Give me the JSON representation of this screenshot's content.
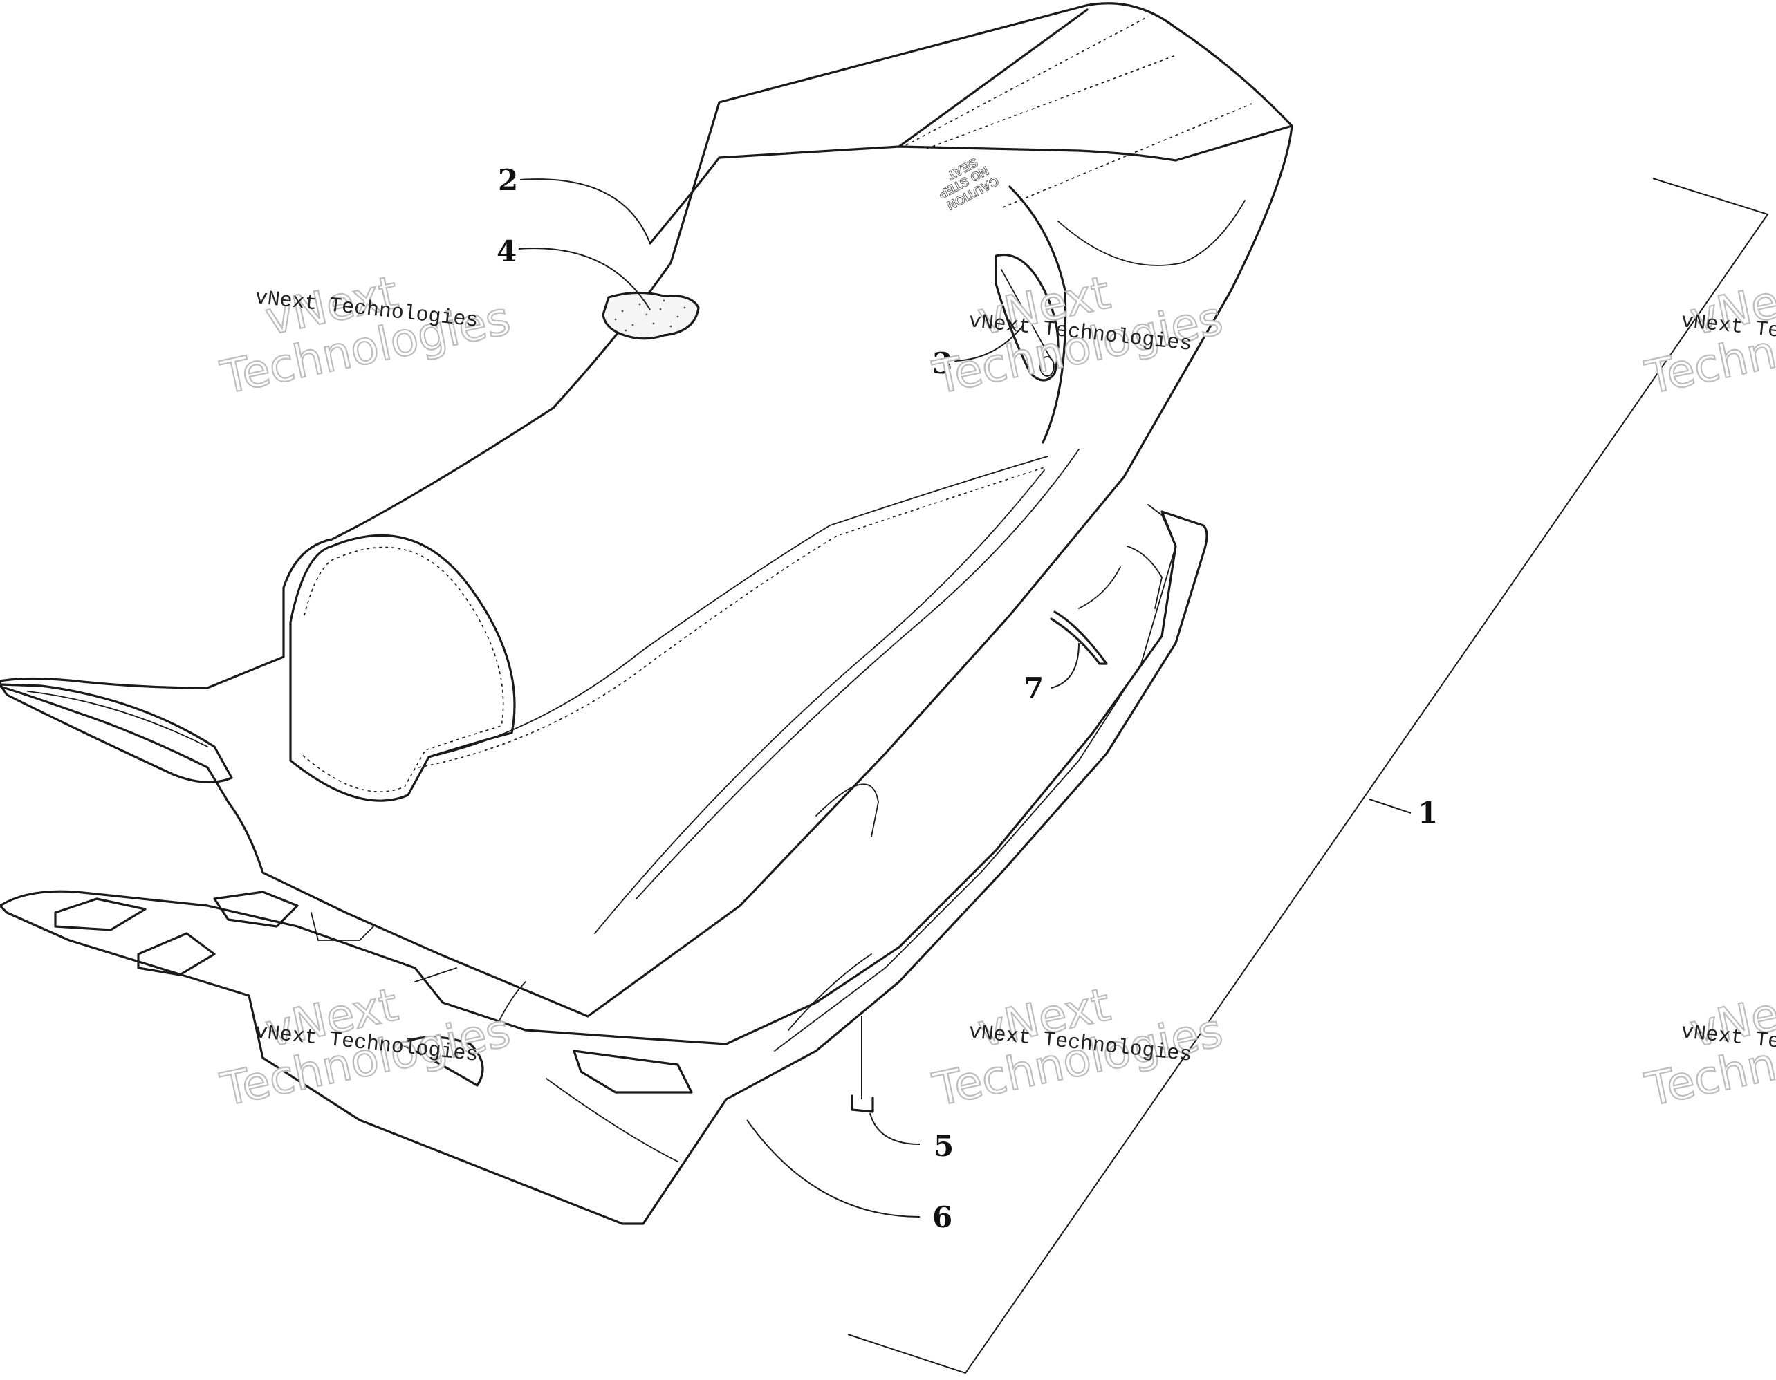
{
  "callouts": [
    {
      "id": "callout-1",
      "label": "1"
    },
    {
      "id": "callout-2",
      "label": "2"
    },
    {
      "id": "callout-3",
      "label": "3"
    },
    {
      "id": "callout-4",
      "label": "4"
    },
    {
      "id": "callout-5",
      "label": "5"
    },
    {
      "id": "callout-6",
      "label": "6"
    },
    {
      "id": "callout-7",
      "label": "7"
    }
  ],
  "watermark": {
    "line": "vNext Technologies",
    "big_top": "vNext",
    "big_bottom": "Technologies"
  },
  "decal": {
    "line1": "CAUTION",
    "line2": "NO STEP",
    "line3": "SEAT"
  }
}
